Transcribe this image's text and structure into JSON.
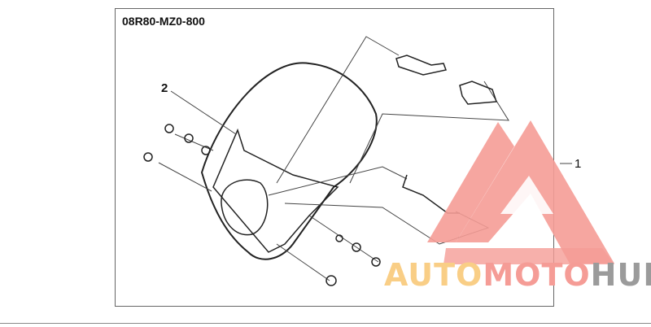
{
  "diagram": {
    "part_number": "08R80-MZ0-800",
    "callouts": [
      "1",
      "2"
    ]
  },
  "watermark": {
    "text_part1": "AUTO",
    "text_part2": "MOTO",
    "text_part3": "HUB",
    "colors": {
      "auto": "#f9ce86",
      "moto": "#f59c96",
      "hub": "#9b9b9b",
      "logo": "#f59c96"
    }
  }
}
